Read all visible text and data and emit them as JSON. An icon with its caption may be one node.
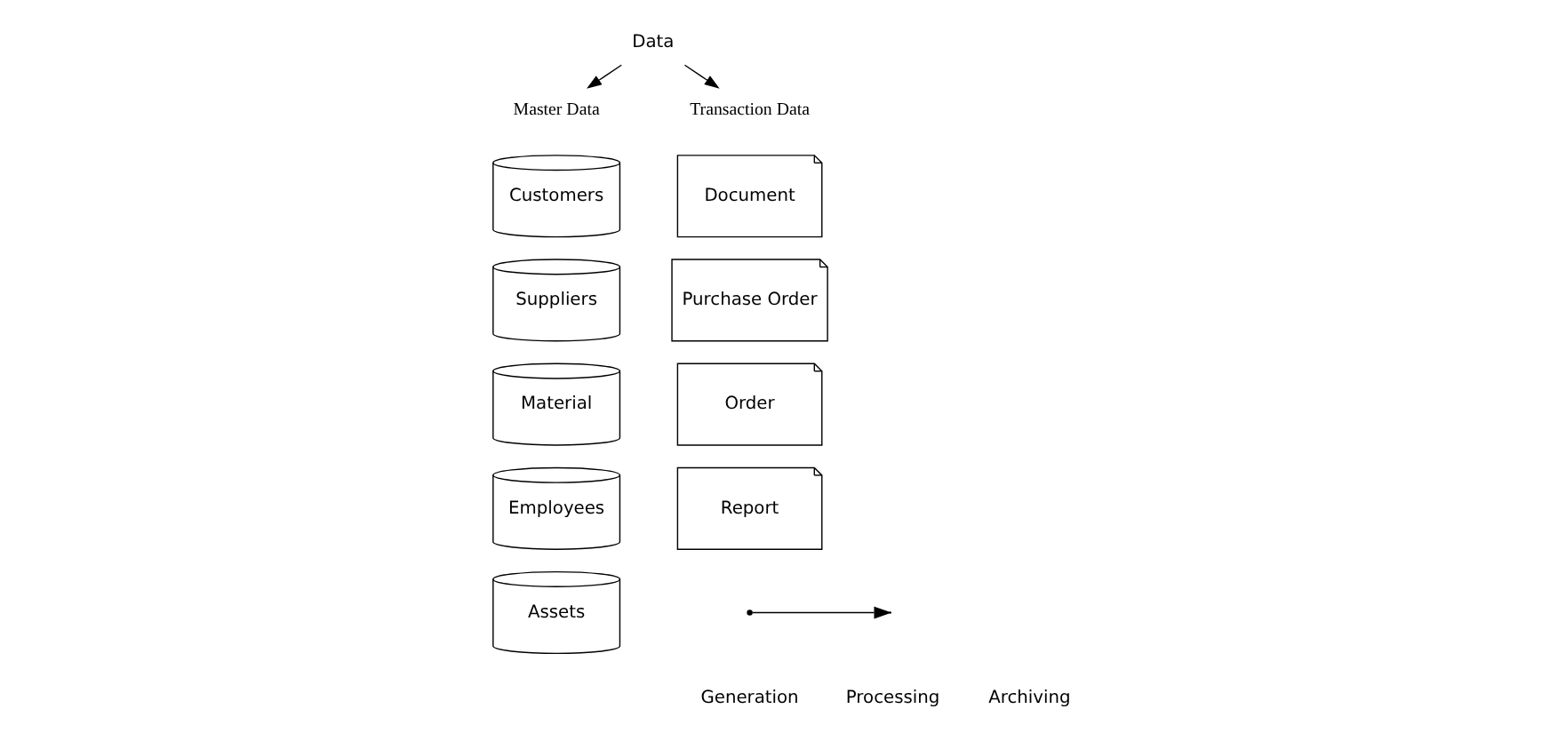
{
  "diagram": {
    "nodes": [
      {
        "text": [
          "Data"
        ]
      },
      {
        "text": [
          "Master Data"
        ]
      },
      {
        "text": [
          "Transaction Data"
        ]
      },
      {
        "text": [
          "Customers"
        ]
      },
      {
        "text": [
          "Suppliers"
        ]
      },
      {
        "text": [
          "Material"
        ]
      },
      {
        "text": [
          "Employees"
        ]
      },
      {
        "text": [
          "Assets"
        ]
      },
      {
        "text": [
          "Document"
        ]
      },
      {
        "text": [
          "Purchase Order"
        ]
      },
      {
        "text": [
          "Order"
        ]
      },
      {
        "text": [
          "Report"
        ]
      }
    ],
    "edges": [
      {
        "from": 0,
        "to": 1,
        "arrow": "to"
      },
      {
        "from": 0,
        "to": 2,
        "arrow": "to"
      }
    ],
    "labels": [
      "Generation",
      "Processing",
      "Archiving"
    ]
  }
}
